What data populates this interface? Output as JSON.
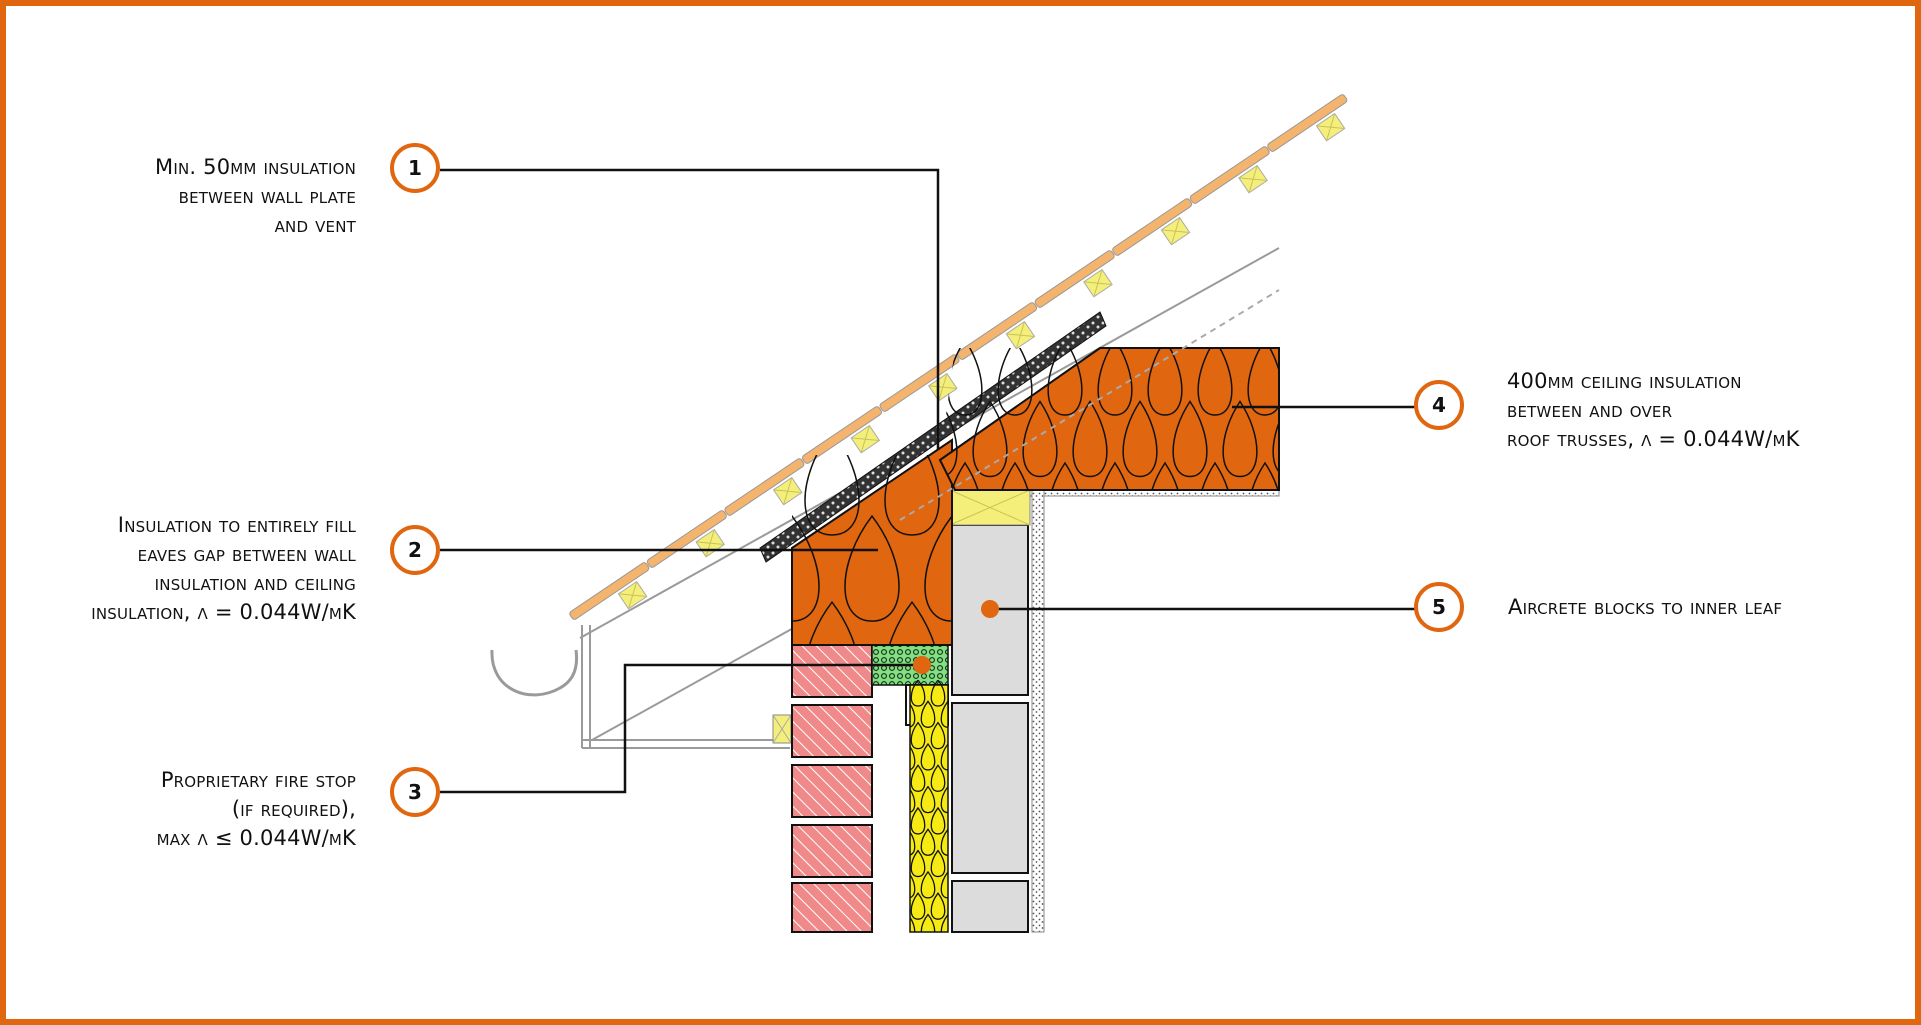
{
  "colors": {
    "frame": "#E0660F",
    "insulation_orange": "#E0660F",
    "insulation_yellow": "#F5EA14",
    "brick": "#F08A8A",
    "aircrete": "#DCDCDC",
    "fire_stop": "#7FE07F",
    "timber": "#F4EF7A",
    "tile": "#F4B46E"
  },
  "callouts": [
    {
      "number": "1",
      "lines": [
        "Min. 50mm insulation",
        "between wall plate",
        "and vent"
      ]
    },
    {
      "number": "2",
      "lines": [
        "Insulation to entirely fill",
        "eaves gap between wall",
        "insulation and ceiling",
        "insulation, λ = 0.044W/mK"
      ]
    },
    {
      "number": "3",
      "lines": [
        "Proprietary fire stop",
        "(if required),",
        "max λ ≤ 0.044W/mK"
      ]
    },
    {
      "number": "4",
      "lines": [
        "400mm ceiling insulation",
        "between and over",
        "roof trusses, λ = 0.044W/mK"
      ]
    },
    {
      "number": "5",
      "lines": [
        "Aircrete blocks to inner leaf"
      ]
    }
  ]
}
